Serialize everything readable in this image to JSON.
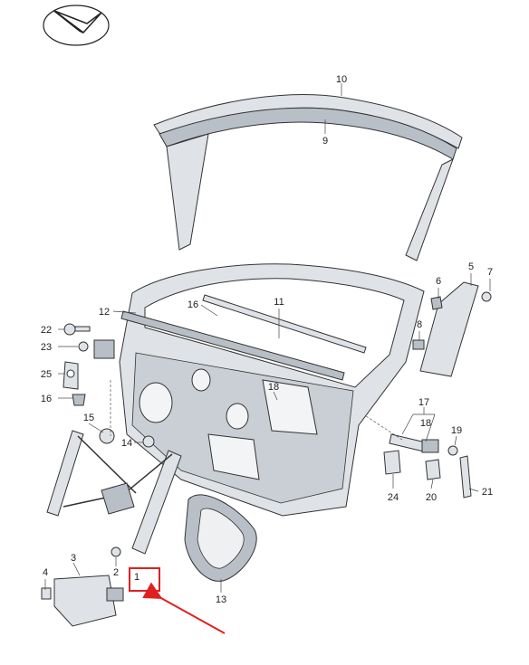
{
  "diagram": {
    "callouts": [
      {
        "id": "10",
        "text": "10"
      },
      {
        "id": "9",
        "text": "9"
      },
      {
        "id": "12",
        "text": "12"
      },
      {
        "id": "16a",
        "text": "16"
      },
      {
        "id": "11",
        "text": "11"
      },
      {
        "id": "6",
        "text": "6"
      },
      {
        "id": "5",
        "text": "5"
      },
      {
        "id": "7",
        "text": "7"
      },
      {
        "id": "8",
        "text": "8"
      },
      {
        "id": "22",
        "text": "22"
      },
      {
        "id": "23",
        "text": "23"
      },
      {
        "id": "25",
        "text": "25"
      },
      {
        "id": "16b",
        "text": "16"
      },
      {
        "id": "18a",
        "text": "18"
      },
      {
        "id": "17",
        "text": "17"
      },
      {
        "id": "18b",
        "text": "18"
      },
      {
        "id": "19",
        "text": "19"
      },
      {
        "id": "15",
        "text": "15"
      },
      {
        "id": "14",
        "text": "14"
      },
      {
        "id": "24",
        "text": "24"
      },
      {
        "id": "20",
        "text": "20"
      },
      {
        "id": "21",
        "text": "21"
      },
      {
        "id": "3",
        "text": "3"
      },
      {
        "id": "2",
        "text": "2"
      },
      {
        "id": "4",
        "text": "4"
      },
      {
        "id": "1",
        "text": "1"
      },
      {
        "id": "13",
        "text": "13"
      }
    ],
    "highlight": {
      "target": "1",
      "color": "#e02020"
    },
    "colors": {
      "line": "#333333",
      "part_fill": "#dfe3e7",
      "part_dark": "#b8bfc6",
      "highlight": "#e02020"
    },
    "logo_icon": "direction-arrow-logo-icon"
  }
}
